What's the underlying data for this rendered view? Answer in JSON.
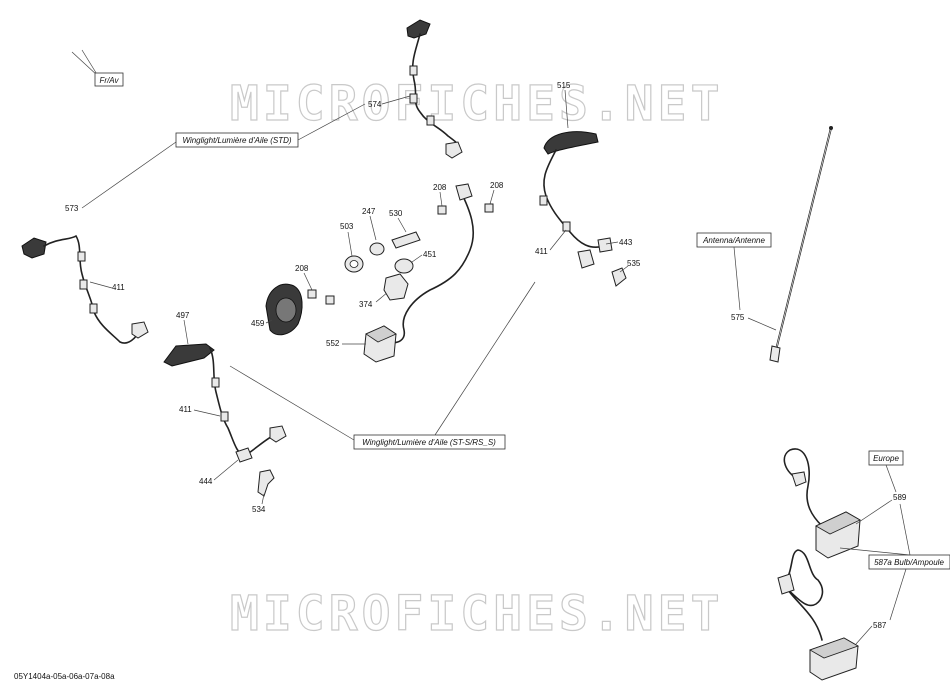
{
  "watermark": {
    "text": "MICROFICHES.NET"
  },
  "boxed_labels": {
    "fr_av": "Fr/Av",
    "winglight_std": "Winglight/Lumière d'Aile (STD)",
    "winglight_st": "Winglight/Lumière d'Aile (ST-S/RS_S)",
    "antenna": "Antenna/Antenne",
    "europe": "Europe",
    "bulb": "587a Bulb/Ampoule"
  },
  "part_numbers": {
    "p574": "574",
    "p573": "573",
    "p411a": "411",
    "p497": "497",
    "p411b": "411",
    "p444": "444",
    "p534": "534",
    "p208a": "208",
    "p208b": "208",
    "p208c": "208",
    "p247": "247",
    "p530": "530",
    "p503": "503",
    "p451": "451",
    "p374": "374",
    "p459": "459",
    "p552": "552",
    "p515": "515",
    "p411c": "411",
    "p443": "443",
    "p535": "535",
    "p575": "575",
    "p589": "589",
    "p587": "587"
  },
  "figure_code": "05Y1404a-05a-06a-07a-08a"
}
